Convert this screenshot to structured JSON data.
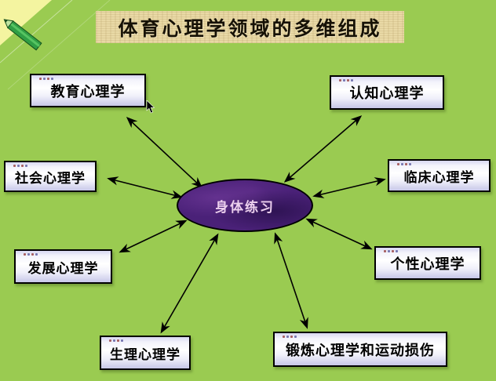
{
  "slide": {
    "title": "体育心理学领域的多维组成",
    "center": {
      "label": "身体练习"
    },
    "nodes": [
      {
        "id": "edu",
        "label": "教育心理学",
        "position": "top-left"
      },
      {
        "id": "cog",
        "label": "认知心理学",
        "position": "top-right"
      },
      {
        "id": "soc",
        "label": "社会心理学",
        "position": "left"
      },
      {
        "id": "clin",
        "label": "临床心理学",
        "position": "right"
      },
      {
        "id": "dev",
        "label": "发展心理学",
        "position": "lower-left"
      },
      {
        "id": "pers",
        "label": "个性心理学",
        "position": "lower-right"
      },
      {
        "id": "phys",
        "label": "生理心理学",
        "position": "bottom-left"
      },
      {
        "id": "exer",
        "label": "锻炼心理学和运动损伤",
        "position": "bottom-right"
      }
    ],
    "connector_style": "double-headed-arrow",
    "colors": {
      "background": "#9acb51",
      "title_bg": "#e9d9a6",
      "box_border": "#000000",
      "box_fill_top": "#d7d7f1",
      "box_fill_mid": "#ffffff",
      "ellipse_fill": "#4a2178",
      "ellipse_text": "#ecd0ee",
      "arrow": "#000000",
      "corner_wedge": "#f4f4a0"
    }
  }
}
